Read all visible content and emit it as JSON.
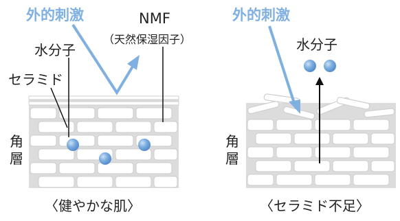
{
  "left_panel": {
    "stimulus_label": "外的刺激",
    "nmf_label": "NMF",
    "nmf_sub_label": "（天然保湿因子）",
    "water_label": "水分子",
    "ceramide_label": "セラミド",
    "stratum_label_1": "角",
    "stratum_label_2": "層",
    "caption": "〈健やかな肌〉"
  },
  "right_panel": {
    "stimulus_label": "外的刺激",
    "water_label": "水分子",
    "stratum_label_1": "角",
    "stratum_label_2": "層",
    "caption": "〈セラミド不足〉"
  },
  "colors": {
    "accent_blue": "#7fb0e0",
    "molecule_blue": "#5b95d6",
    "brick_fill": "#ffffff",
    "mortar_gray": "#d9d9d9",
    "text": "#222222"
  }
}
